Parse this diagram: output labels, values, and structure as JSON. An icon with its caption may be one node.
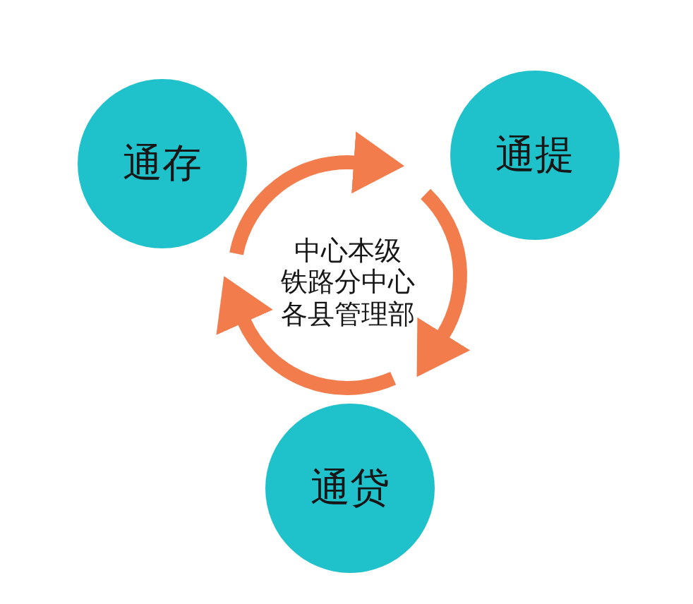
{
  "diagram": {
    "nodes": [
      {
        "text": [
          "通存"
        ]
      },
      {
        "text": [
          "通提"
        ]
      },
      {
        "text": [
          "通贷"
        ]
      }
    ],
    "edges": [
      {
        "from": 0,
        "to": 1,
        "arrow": "to"
      },
      {
        "from": 1,
        "to": 2,
        "arrow": "to"
      },
      {
        "from": 2,
        "to": 0,
        "arrow": "to"
      }
    ],
    "labels": [
      "中心本级",
      "铁路分中心",
      "各县管理部"
    ]
  }
}
